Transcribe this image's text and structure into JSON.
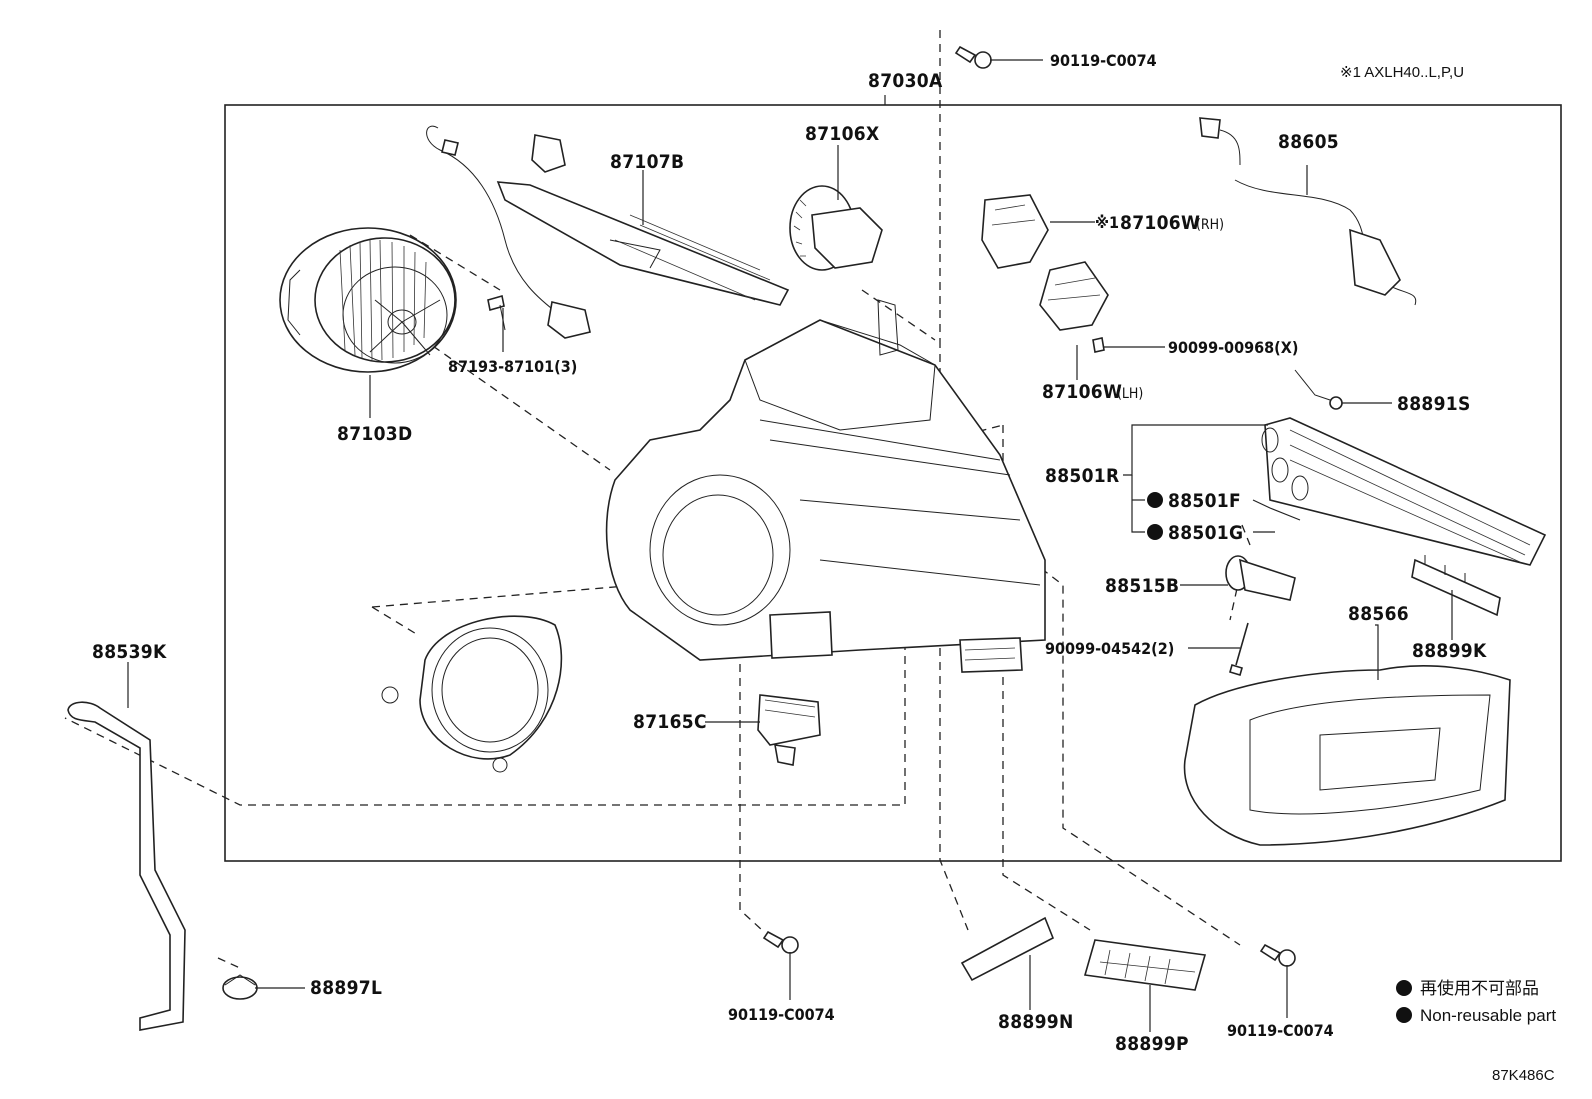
{
  "diagram": {
    "assembly_label": "87030A",
    "note_text": "※1 AXLH40..L,P,U",
    "reference_code": "87K486C",
    "legend": [
      {
        "symbol": "●",
        "text": "再使用不可部品"
      },
      {
        "symbol": "●",
        "text": "Non-reusable part"
      }
    ],
    "callouts": {
      "p87107B": "87107B",
      "p87106X": "87106X",
      "p87193": "87193-87101(3)",
      "p87103D": "87103D",
      "p87165C": "87165C",
      "p88539K": "88539K",
      "p88897L": "88897L",
      "p90119_top": "90119-C0074",
      "p90119_left": "90119-C0074",
      "p90119_right": "90119-C0074",
      "p88605": "88605",
      "p87106W_rh_prefix": "※1",
      "p87106W_rh": "87106W",
      "p87106W_rh_side": "(RH)",
      "p90099_00968": "90099-00968(X)",
      "p87106W_lh": "87106W",
      "p87106W_lh_side": "(LH)",
      "p88891S": "88891S",
      "p88501R": "88501R",
      "p88501F": "88501F",
      "p88501G": "88501G",
      "p88515B": "88515B",
      "p90099_04542": "90099-04542(2)",
      "p88566": "88566",
      "p88899K": "88899K",
      "p88899N": "88899N",
      "p88899P": "88899P"
    },
    "non_reusable_marker": "●"
  },
  "colors": {
    "line": "#222222",
    "text": "#111111",
    "background": "#ffffff"
  },
  "icons": [
    "blower-motor-icon",
    "heater-core-icon",
    "servo-motor-icon",
    "wire-harness-icon",
    "evaporator-icon",
    "bolt-icon",
    "case-housing-icon",
    "drain-hose-icon",
    "resistor-icon",
    "grommet-icon",
    "filter-cover-icon"
  ]
}
